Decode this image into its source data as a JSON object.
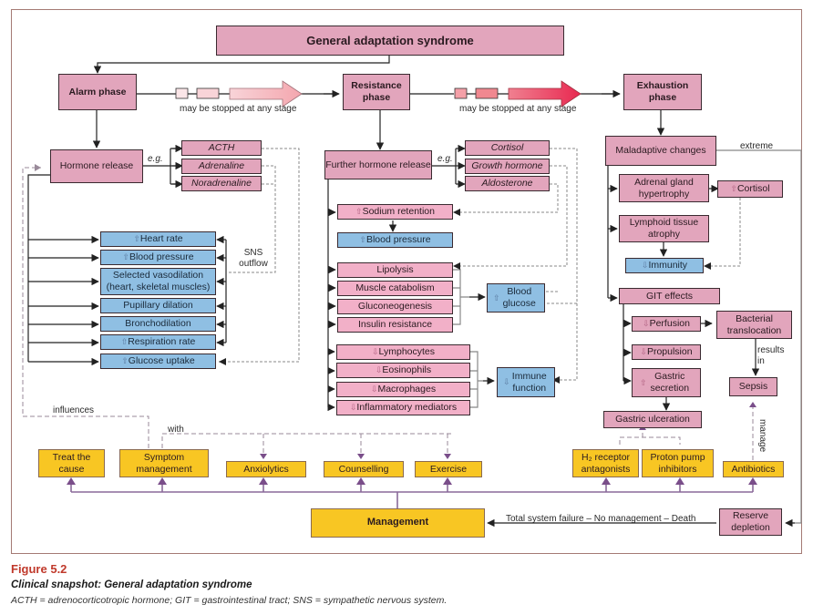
{
  "title": "General adaptation syndrome",
  "phases": {
    "alarm": "Alarm phase",
    "resistance": "Resistance phase",
    "exhaustion": "Exhaustion phase"
  },
  "stop_labels": [
    "may be stopped at any stage",
    "may be stopped at any stage"
  ],
  "alarm_branch": {
    "hormone_release": "Hormone release",
    "eg": "e.g.",
    "hormones": [
      "ACTH",
      "Adrenaline",
      "Noradrenaline"
    ],
    "sns_label": "SNS outflow",
    "effects": [
      "Heart rate",
      "Blood pressure",
      "Selected vasodilation (heart, skeletal muscles)",
      "Pupillary dilation",
      "Bronchodilation",
      "Respiration rate",
      "Glucose uptake"
    ]
  },
  "resistance_branch": {
    "further_release": "Further hormone release",
    "eg": "e.g.",
    "hormones": [
      "Cortisol",
      "Growth hormone",
      "Aldosterone"
    ],
    "sodium": "Sodium retention",
    "blood_pressure": "Blood pressure",
    "metabolic": [
      "Lipolysis",
      "Muscle catabolism",
      "Gluconeogenesis",
      "Insulin resistance"
    ],
    "blood_glucose": "Blood glucose",
    "immune": [
      "Lymphocytes",
      "Eosinophils",
      "Macrophages",
      "Inflammatory mediators"
    ],
    "immune_function": "Immune function"
  },
  "exhaustion_branch": {
    "maladaptive": "Maladaptive changes",
    "extreme": "extreme",
    "adrenal": "Adrenal gland hypertrophy",
    "cortisol": "Cortisol",
    "lymphoid": "Lymphoid tissue atrophy",
    "immunity": "Immunity",
    "git": "GIT effects",
    "perfusion": "Perfusion",
    "propulsion": "Propulsion",
    "gastric_secretion": "Gastric secretion",
    "bacterial": "Bacterial translocation",
    "results_in": "results in",
    "sepsis": "Sepsis",
    "gastric_ulceration": "Gastric ulceration",
    "manage": "manage",
    "reserve": "Reserve depletion"
  },
  "management": {
    "label": "Management",
    "influences": "influences",
    "with": "with",
    "items": [
      "Treat the cause",
      "Symptom management",
      "Anxiolytics",
      "Counselling",
      "Exercise",
      "H₂ receptor antagonists",
      "Proton pump inhibitors",
      "Antibiotics"
    ],
    "failure": "Total system failure – No management – Death"
  },
  "caption": {
    "figure": "Figure 5.2",
    "title": "Clinical snapshot: General adaptation syndrome",
    "abbreviations": "ACTH = adrenocorticotropic hormone; GIT = gastrointestinal tract; SNS = sympathetic nervous system."
  },
  "colors": {
    "phase_pink": "#e2a5bc",
    "effect_blue": "#8fbfe3",
    "management_yellow": "#f8c623",
    "border": "#a47a74",
    "figure_red": "#c0392b"
  }
}
